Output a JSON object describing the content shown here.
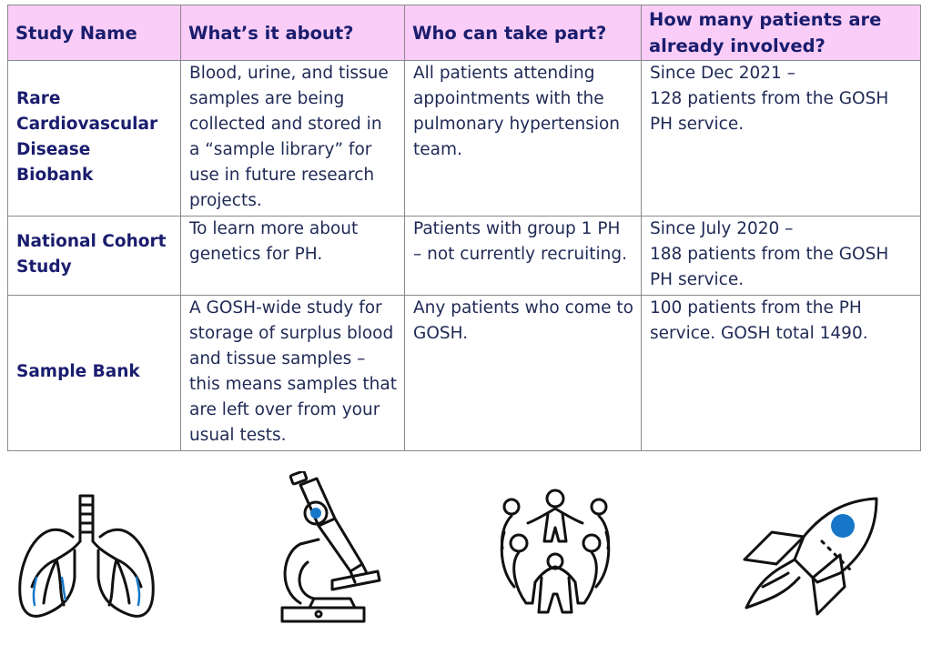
{
  "table": {
    "headers": [
      "Study Name",
      "What’s it about?",
      "Who can take part?",
      "How many patients are already involved?"
    ],
    "rows": [
      {
        "name": "Rare Cardiovascular Disease Biobank",
        "about": "Blood, urine, and tissue samples are being collected and stored in a “sample library” for use in future research projects.",
        "who": "All patients attending appointments with the pulmonary hypertension team.",
        "count": "Since Dec 2021 –\n128 patients from the GOSH PH service."
      },
      {
        "name": "National Cohort Study",
        "about": "To learn more about genetics for PH.",
        "who": "Patients with group 1 PH – not currently recruiting.",
        "count": "Since July 2020 –\n188 patients from the GOSH PH service."
      },
      {
        "name": "Sample Bank",
        "about": "A GOSH-wide study for storage of surplus blood and tissue samples – this means samples that are left over from your usual tests.",
        "who": "Any patients who come to GOSH.",
        "count": "100 patients from the PH service. GOSH total 1490."
      }
    ]
  },
  "colors": {
    "header_bg": "#f9cdf7",
    "text": "#1a1d6e",
    "accent_blue": "#1677c8"
  },
  "icons": [
    "lungs-icon",
    "microscope-icon",
    "people-circle-icon",
    "rocket-icon"
  ]
}
